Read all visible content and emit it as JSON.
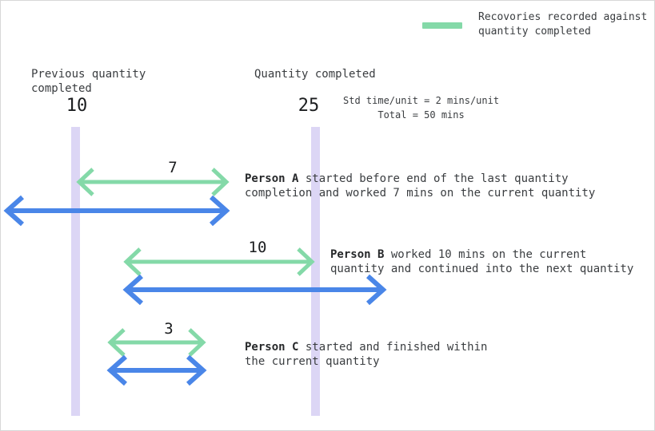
{
  "legend": {
    "label": "Recovories recorded against\nquantity completed"
  },
  "colors": {
    "recovery_green": "#84d9a8",
    "work_blue": "#4a86e8",
    "quantity_bar": "#dcd6f5"
  },
  "axes": {
    "previous": {
      "label": "Previous quantity\ncompleted",
      "value": "10"
    },
    "current": {
      "label": "Quantity completed",
      "value": "25"
    },
    "std_note": "Std time/unit = 2 mins/unit\nTotal = 50 mins"
  },
  "persons": [
    {
      "name": "Person A",
      "desc": "started before end of the last quantity completion and worked 7 mins on the current quantity",
      "recovery_mins": "7"
    },
    {
      "name": "Person B",
      "desc": "worked 10 mins on the current quantity and continued into the next quantity",
      "recovery_mins": "10"
    },
    {
      "name": "Person C",
      "desc": "started and finished within the current quantity",
      "recovery_mins": "3"
    }
  ]
}
